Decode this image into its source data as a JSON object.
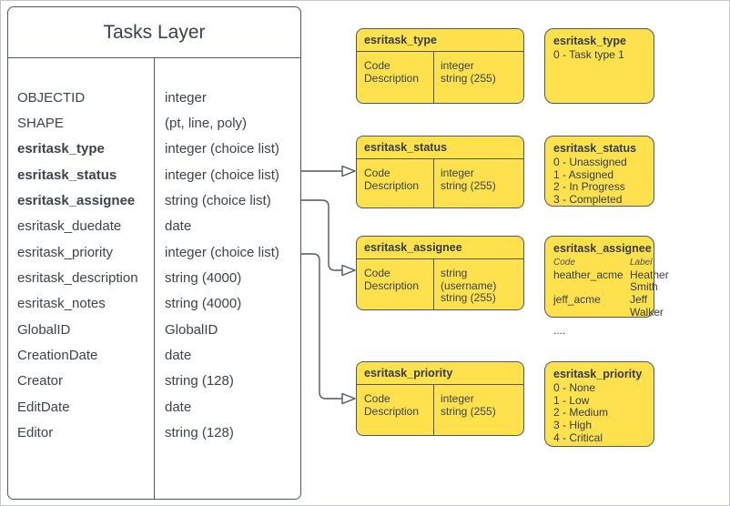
{
  "colors": {
    "node_fill": "#FFE14D",
    "stroke": "#4D5765",
    "text": "#3B434D",
    "background": "#FFFFFF"
  },
  "tasks_table": {
    "title": "Tasks Layer",
    "rows": [
      {
        "name": "OBJECTID",
        "type": "integer"
      },
      {
        "name": "SHAPE",
        "type": "(pt, line, poly)"
      },
      {
        "name": "esritask_type",
        "type": "integer (choice list)"
      },
      {
        "name": "esritask_status",
        "type": "integer (choice list)"
      },
      {
        "name": "esritask_assignee",
        "type": "string (choice list)"
      },
      {
        "name": "esritask_duedate",
        "type": "date"
      },
      {
        "name": "esritask_priority",
        "type": "integer (choice list)"
      },
      {
        "name": "esritask_description",
        "type": "string (4000)"
      },
      {
        "name": "esritask_notes",
        "type": "string (4000)"
      },
      {
        "name": "GlobalID",
        "type": "GlobalID"
      },
      {
        "name": "CreationDate",
        "type": "date"
      },
      {
        "name": "Creator",
        "type": "string (128)"
      },
      {
        "name": "EditDate",
        "type": "date"
      },
      {
        "name": "Editor",
        "type": "string (128)"
      }
    ]
  },
  "field_tables": [
    {
      "title": "esritask_type",
      "rows": [
        {
          "name": "Code",
          "type": "integer"
        },
        {
          "name": "Description",
          "type": "string (255)"
        }
      ]
    },
    {
      "title": "esritask_status",
      "rows": [
        {
          "name": "Code",
          "type": "integer"
        },
        {
          "name": "Description",
          "type": "string (255)"
        }
      ]
    },
    {
      "title": "esritask_assignee",
      "rows": [
        {
          "name": "Code",
          "type": "string (username)"
        },
        {
          "name": "Description",
          "type": "string (255)"
        }
      ]
    },
    {
      "title": "esritask_priority",
      "rows": [
        {
          "name": "Code",
          "type": "integer"
        },
        {
          "name": "Description",
          "type": "string (255)"
        }
      ]
    }
  ],
  "legends": [
    {
      "title": "esritask_type",
      "items": [
        "0 - Task type 1"
      ]
    },
    {
      "title": "esritask_status",
      "items": [
        "0 - Unassigned",
        "1 - Assigned",
        "2 - In Progress",
        "3 - Completed"
      ]
    },
    {
      "title": "esritask_assignee",
      "col_headers": {
        "code": "Code",
        "label": "Label"
      },
      "entries": [
        {
          "code": "heather_acme",
          "label": "Heather Smith"
        },
        {
          "code": "jeff_acme",
          "label": "Jeff Walker"
        }
      ],
      "more": "...."
    },
    {
      "title": "esritask_priority",
      "items": [
        "0 - None",
        "1 - Low",
        "2 - Medium",
        "3 - High",
        "4 - Critical"
      ]
    }
  ]
}
